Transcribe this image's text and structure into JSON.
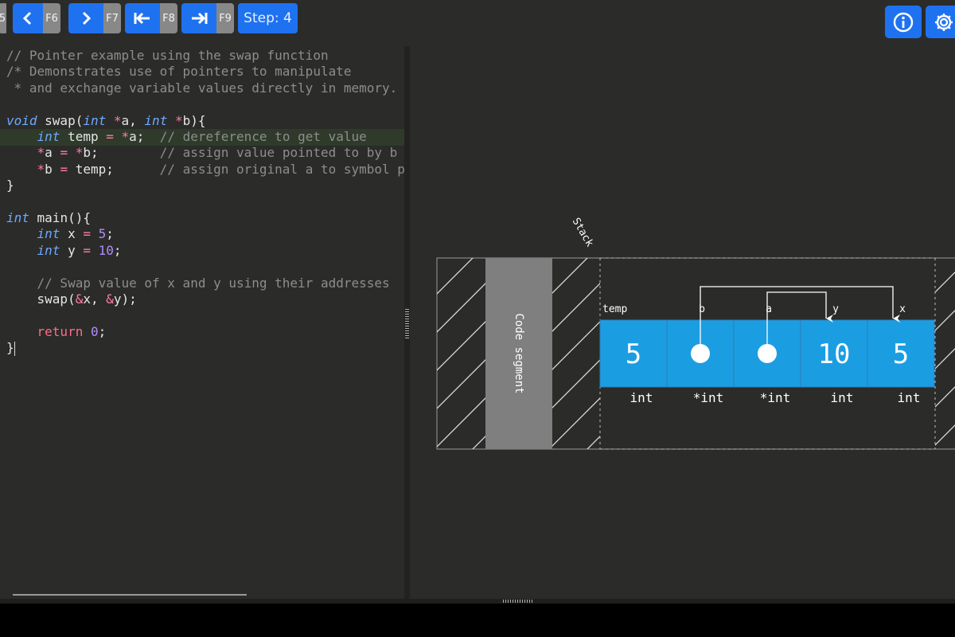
{
  "toolbar": {
    "partial_key": "5",
    "buttons": [
      {
        "icon": "chevron-left-icon",
        "glyph": "‹",
        "key": "F6"
      },
      {
        "icon": "chevron-right-icon",
        "glyph": "›",
        "key": "F7"
      },
      {
        "icon": "skip-to-start-icon",
        "glyph": "I←",
        "key": "F8"
      },
      {
        "icon": "skip-to-end-icon",
        "glyph": "→I",
        "key": "F9"
      }
    ],
    "step_label": "Step: 4",
    "info_icon": "info-icon",
    "settings_icon": "gear-icon"
  },
  "code": {
    "lines": [
      "// Pointer example using the swap function",
      "/* Demonstrates use of pointers to manipulate",
      " * and exchange variable values directly in memory.",
      "",
      "void swap(int *a, int *b){",
      "    int temp = *a;  // dereference to get value",
      "    *a = *b;        // assign value pointed to by b",
      "    *b = temp;      // assign original a to symbol p",
      "}",
      "",
      "int main(){",
      "    int x = 5;",
      "    int y = 10;",
      "",
      "    // Swap value of x and y using their addresses",
      "    swap(&x, &y);",
      "",
      "    return 0;",
      "}"
    ],
    "highlighted_line": 6
  },
  "memory": {
    "stack_label": "Stack",
    "code_segment_label": "Code segment",
    "cells": [
      {
        "name": "temp",
        "value": "5",
        "type": "int",
        "is_pointer": false
      },
      {
        "name": "b",
        "value": "",
        "type": "*int",
        "is_pointer": true
      },
      {
        "name": "a",
        "value": "",
        "type": "*int",
        "is_pointer": true
      },
      {
        "name": "y",
        "value": "10",
        "type": "int",
        "is_pointer": false
      },
      {
        "name": "x",
        "value": "5",
        "type": "int",
        "is_pointer": false
      }
    ],
    "cell_color": "#1b9de2"
  },
  "colors": {
    "accent": "#1e72f0",
    "background": "#2b2b29",
    "key_badge": "#888888"
  }
}
